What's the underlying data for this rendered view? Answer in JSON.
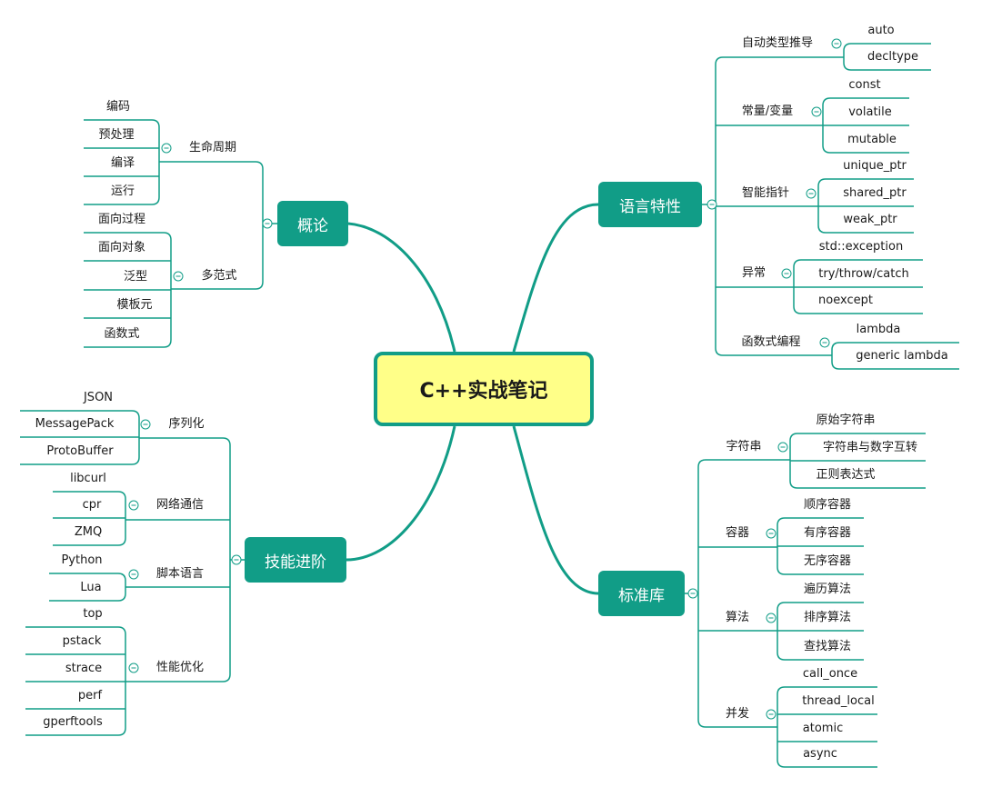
{
  "root": {
    "label": "C++实战笔记"
  },
  "branches": {
    "overview": {
      "label": "概论",
      "groups": [
        {
          "label": "生命周期",
          "items": [
            "编码",
            "预处理",
            "编译",
            "运行"
          ]
        },
        {
          "label": "多范式",
          "items": [
            "面向过程",
            "面向对象",
            "泛型",
            "模板元",
            "函数式"
          ]
        }
      ]
    },
    "language": {
      "label": "语言特性",
      "groups": [
        {
          "label": "自动类型推导",
          "items": [
            "auto",
            "decltype"
          ]
        },
        {
          "label": "常量/变量",
          "items": [
            "const",
            "volatile",
            "mutable"
          ]
        },
        {
          "label": "智能指针",
          "items": [
            "unique_ptr",
            "shared_ptr",
            "weak_ptr"
          ]
        },
        {
          "label": "异常",
          "items": [
            "std::exception",
            "try/throw/catch",
            "noexcept"
          ]
        },
        {
          "label": "函数式编程",
          "items": [
            "lambda",
            "generic lambda"
          ]
        }
      ]
    },
    "advanced": {
      "label": "技能进阶",
      "groups": [
        {
          "label": "序列化",
          "items": [
            "JSON",
            "MessagePack",
            "ProtoBuffer"
          ]
        },
        {
          "label": "网络通信",
          "items": [
            "libcurl",
            "cpr",
            "ZMQ"
          ]
        },
        {
          "label": "脚本语言",
          "items": [
            "Python",
            "Lua"
          ]
        },
        {
          "label": "性能优化",
          "items": [
            "top",
            "pstack",
            "strace",
            "perf",
            "gperftools"
          ]
        }
      ]
    },
    "stdlib": {
      "label": "标准库",
      "groups": [
        {
          "label": "字符串",
          "items": [
            "原始字符串",
            "字符串与数字互转",
            "正则表达式"
          ]
        },
        {
          "label": "容器",
          "items": [
            "顺序容器",
            "有序容器",
            "无序容器"
          ]
        },
        {
          "label": "算法",
          "items": [
            "遍历算法",
            "排序算法",
            "查找算法"
          ]
        },
        {
          "label": "并发",
          "items": [
            "call_once",
            "thread_local",
            "atomic",
            "async"
          ]
        }
      ]
    }
  },
  "colors": {
    "accent": "#119d87",
    "root_fill": "#ffff88"
  },
  "icons": {
    "toggle": "collapse-minus-icon"
  }
}
